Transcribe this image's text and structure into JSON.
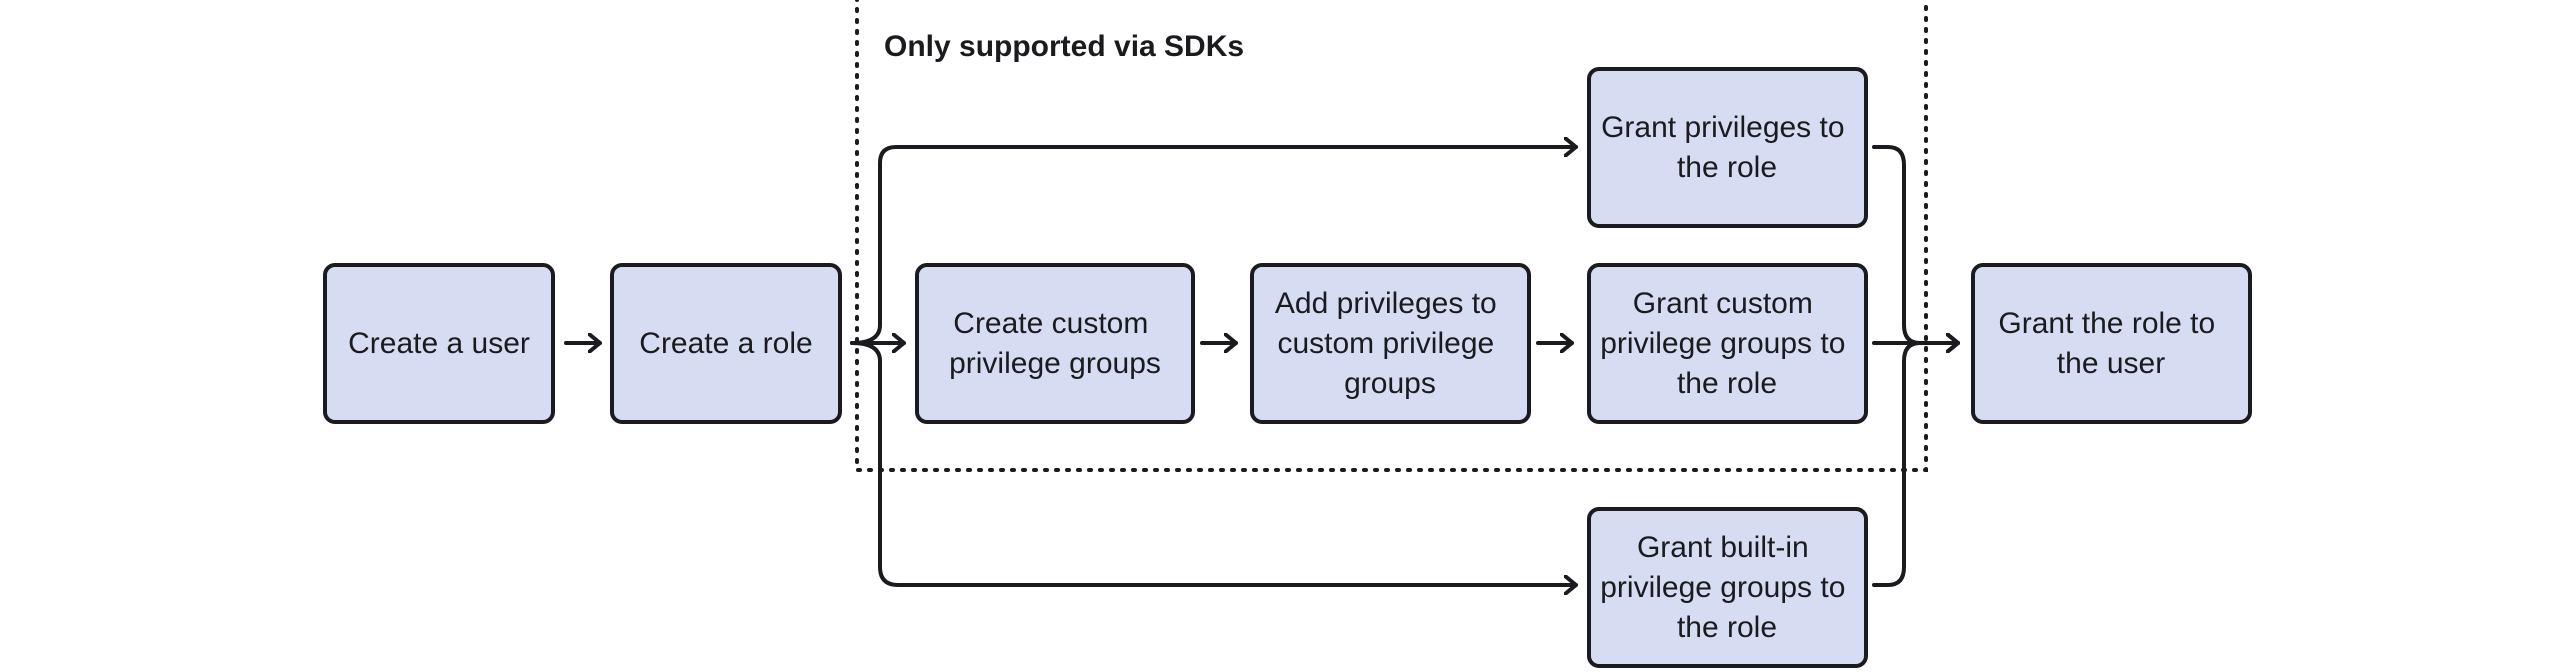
{
  "group": {
    "label": "Only supported via SDKs"
  },
  "nodes": {
    "create_user": [
      "Create a user"
    ],
    "create_role": [
      "Create a role"
    ],
    "create_custom_groups": [
      "Create custom",
      "privilege groups"
    ],
    "add_privileges": [
      "Add privileges to",
      "custom privilege",
      "groups"
    ],
    "grant_custom_groups": [
      "Grant custom",
      "privilege groups to",
      "the role"
    ],
    "grant_privileges": [
      "Grant privileges to",
      "the role"
    ],
    "grant_builtin_groups": [
      "Grant built-in",
      "privilege groups to",
      "the role"
    ],
    "grant_role_to_user": [
      "Grant the role to",
      "the user"
    ]
  },
  "colors": {
    "node_fill": "#d6dcf2",
    "stroke": "#1b1b1f",
    "background": "#ffffff"
  }
}
